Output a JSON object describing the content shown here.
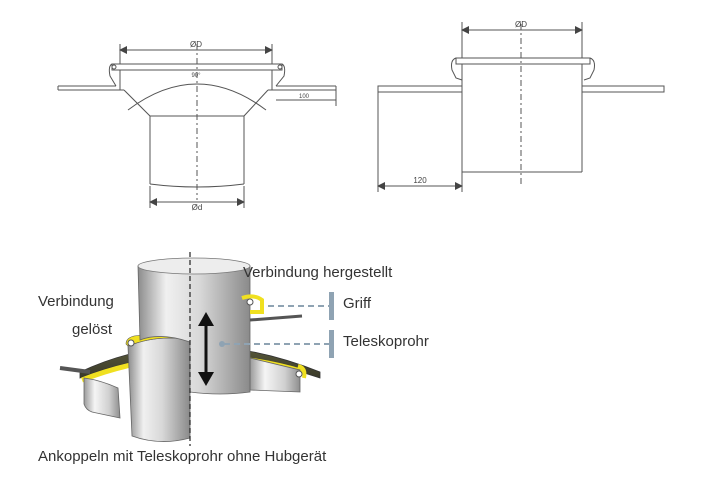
{
  "top_left": {
    "dim_top": "ØD",
    "angle": "90°",
    "dim_side": "100",
    "dim_bottom": "Ød"
  },
  "top_right": {
    "dim_top": "ØD",
    "dim_side": "120"
  },
  "bottom": {
    "label_connected": "Verbindung hergestellt",
    "label_released_line1": "Verbindung",
    "label_released_line2": "gelöst",
    "label_handle": "Griff",
    "label_tube": "Teleskoprohr",
    "caption": "Ankoppeln mit Teleskoprohr ohne Hubgerät"
  },
  "colors": {
    "line": "#555555",
    "seal": "#f0e020",
    "callout": "#8fa3b3",
    "pipe_light": "#f4f4f4",
    "pipe_dark": "#9a9a9a"
  }
}
